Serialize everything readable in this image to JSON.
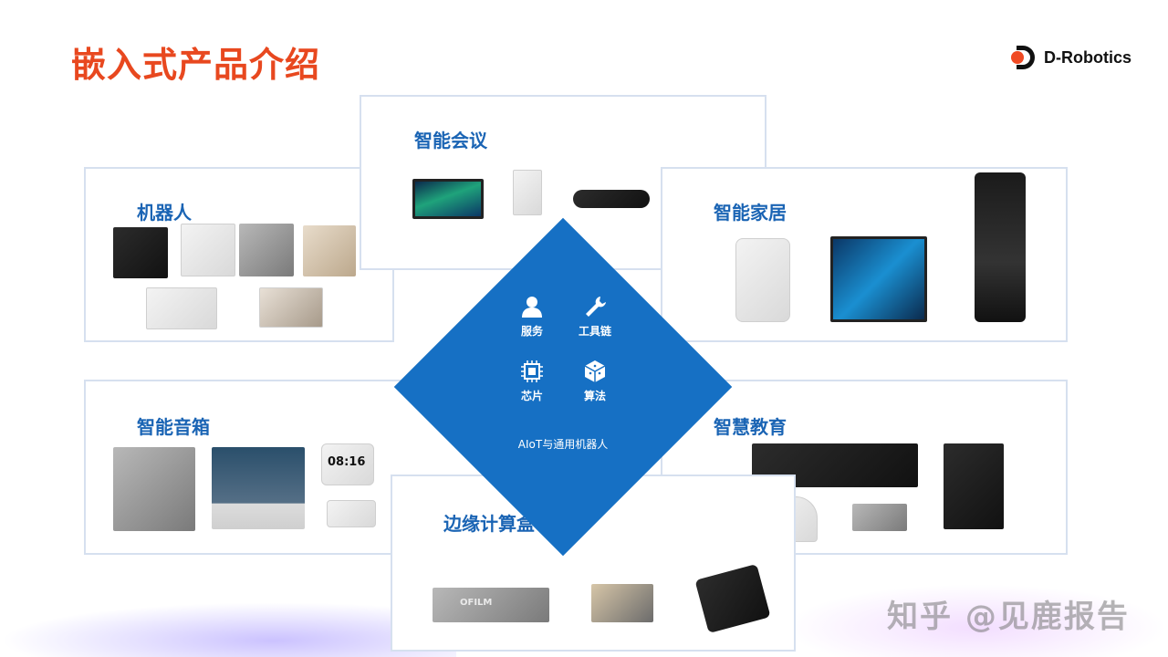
{
  "title": "嵌入式产品介绍",
  "logo": {
    "text": "D-Robotics",
    "colors": {
      "dot": "#f04a23",
      "mark": "#111111"
    }
  },
  "accent_color": "#1670c4",
  "title_color": "#e8481f",
  "cards": {
    "meeting": {
      "title": "智能会议"
    },
    "robot": {
      "title": "机器人"
    },
    "home": {
      "title": "智能家居"
    },
    "speaker": {
      "title": "智能音箱"
    },
    "education": {
      "title": "智慧教育"
    },
    "edge": {
      "title": "边缘计算盒"
    }
  },
  "center": {
    "items": [
      {
        "label": "服务",
        "icon": "user-service-icon"
      },
      {
        "label": "工具链",
        "icon": "wrench-icon"
      },
      {
        "label": "芯片",
        "icon": "chip-icon"
      },
      {
        "label": "算法",
        "icon": "cube-icon"
      }
    ],
    "caption": "AIoT与通用机器人"
  },
  "product_labels": {
    "clock": "08:16",
    "box": "OFILM"
  },
  "watermark": "知乎 @见鹿报告"
}
